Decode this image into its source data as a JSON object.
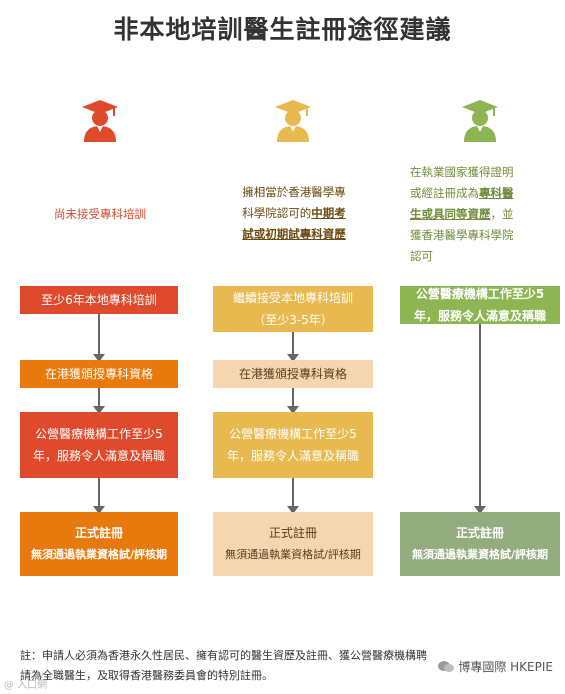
{
  "title": "非本地培訓醫生註冊途徑建議",
  "colors": {
    "red": "#e04a2c",
    "orange": "#e8790c",
    "yellow": "#e7b94e",
    "tan": "#f4d6b0",
    "green": "#8db552",
    "sage": "#93ac7e"
  },
  "columns": {
    "left": {
      "icon": "graduate-icon",
      "description": "尚未接受專科培訓",
      "step1": "至少6年本地專科培訓",
      "step2": "在港獲頒授專科資格",
      "step3_line1": "公營醫療機構工作至少5",
      "step3_line2": "年，服務令人滿意及稱職",
      "final_title": "正式註冊",
      "final_sub": "無須通過執業資格試/評核期"
    },
    "middle": {
      "icon": "graduate-icon",
      "description_line1": "擁相當於香港醫學專",
      "description_line2a": "科學院認可的",
      "description_line2b": "中期考",
      "description_line3": "試或初期試專科資歷",
      "step1_line1": "繼續接受本地專科培訓",
      "step1_line2": "（至少3-5年）",
      "step2": "在港獲頒授專科資格",
      "step3_line1": "公營醫療機構工作至少5",
      "step3_line2": "年，服務令人滿意及稱職",
      "final_title": "正式註冊",
      "final_sub": "無須通過執業資格試/評核期"
    },
    "right": {
      "icon": "graduate-icon",
      "description_line1": "在執業國家獲得證明",
      "description_line2a": "或經註冊成為",
      "description_line2b": "專科醫",
      "description_line3a": "生或具同等資歷",
      "description_line3b": "，並",
      "description_line4": "獲香港醫學專科學院",
      "description_line5": "認可",
      "step1_line1": "公營醫療機構工作至少5",
      "step1_line2": "年，服務令人滿意及稱職",
      "final_title": "正式註冊",
      "final_sub": "無須通過執業資格試/評核期"
    }
  },
  "footnote_line1": "註：申請人必須為香港永久性居民、擁有認可的醫生資歷及註冊、獲公營醫療機構聘",
  "footnote_line2": "請為全職醫生，及取得香港醫務委員會的特別註冊。",
  "watermark_right": "博專國際 HKEPIE",
  "watermark_left": "@ 入口網"
}
